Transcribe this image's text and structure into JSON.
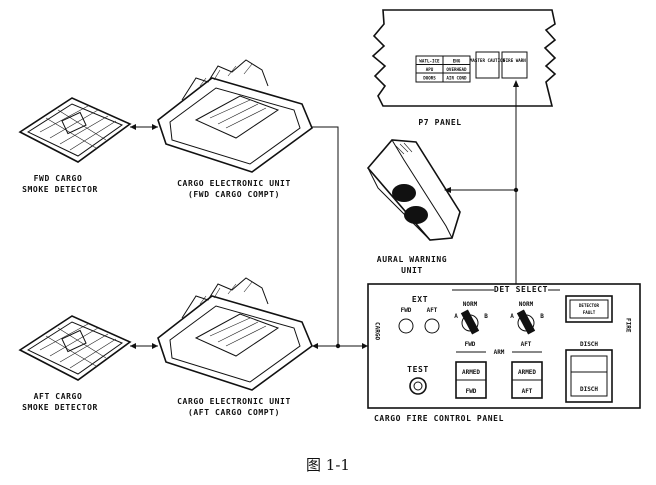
{
  "p7_panel": {
    "label": "P7 PANEL",
    "cells": [
      "WATL-ICE",
      "ENG",
      "APU",
      "OVERHEAD",
      "DOORS",
      "AIR COND"
    ],
    "master_caution": "MASTER CAUTION",
    "fire_warn": "FIRE WARN"
  },
  "aural_warning_unit": {
    "label_line1": "AURAL WARNING",
    "label_line2": "UNIT"
  },
  "fwd_detector": {
    "label_line1": "FWD CARGO",
    "label_line2": "SMOKE DETECTOR"
  },
  "aft_detector": {
    "label_line1": "AFT CARGO",
    "label_line2": "SMOKE DETECTOR"
  },
  "fwd_ceu": {
    "label_line1": "CARGO ELECTRONIC UNIT",
    "label_line2": "(FWD CARGO COMPT)"
  },
  "aft_ceu": {
    "label_line1": "CARGO ELECTRONIC UNIT",
    "label_line2": "(AFT CARGO COMPT)"
  },
  "control_panel": {
    "title": "CARGO FIRE CONTROL PANEL",
    "det_select": "DET SELECT",
    "ext": "EXT",
    "fwd": "FWD",
    "aft": "AFT",
    "norm": "NORM",
    "a": "A",
    "b": "B",
    "detector_fault_line1": "DETECTOR",
    "detector_fault_line2": "FAULT",
    "arm": "ARM",
    "armed": "ARMED",
    "test": "TEST",
    "disch": "DISCH",
    "side_left": "CARGO",
    "side_right": "FIRE"
  },
  "figure_caption": "图 1-1"
}
